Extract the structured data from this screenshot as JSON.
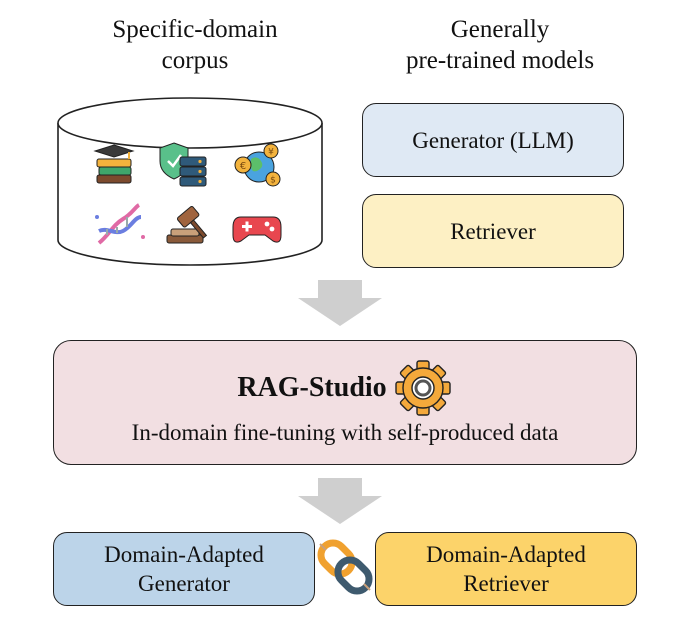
{
  "corpus": {
    "title_line1": "Specific-domain",
    "title_line2": "corpus",
    "icons": [
      "graduation-cap-books-icon",
      "shield-database-icon",
      "globe-coins-icon",
      "dna-icon",
      "gavel-icon",
      "gamepad-icon"
    ]
  },
  "models": {
    "title_line1": "Generally",
    "title_line2": "pre-trained models",
    "generator": "Generator (LLM)",
    "retriever": "Retriever"
  },
  "studio": {
    "name": "RAG-Studio",
    "description": "In-domain fine-tuning with self-produced data"
  },
  "output": {
    "generator_line1": "Domain-Adapted",
    "generator_line2": "Generator",
    "retriever_line1": "Domain-Adapted",
    "retriever_line2": "Retriever"
  },
  "colors": {
    "generator_fill": "#dfe9f4",
    "retriever_fill": "#fdf0c4",
    "studio_fill": "#f2dfe2",
    "adapted_generator_fill": "#bcd4e9",
    "adapted_retriever_fill": "#fcd36a",
    "arrow": "#cfcfcf",
    "gear": "#f4a93b"
  }
}
